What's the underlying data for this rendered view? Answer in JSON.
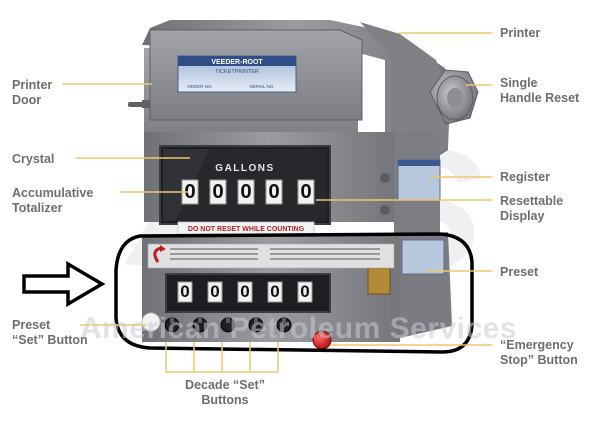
{
  "machine": {
    "brand_plate": "VEEDER-ROOT",
    "plate_sub": "TICKETPRINTER",
    "plate_fields": [
      "ORDER NO.",
      "SERIAL NO."
    ],
    "unit_label": "GALLONS",
    "totalizer_digits": [
      "0",
      "0",
      "0",
      "0"
    ],
    "display_digits": [
      "0"
    ],
    "preset_digits": [
      "0",
      "0",
      "0",
      "0",
      "0"
    ],
    "warning": "DO NOT RESET WHILE COUNTING"
  },
  "watermark": "American Petroleum Services",
  "labels": {
    "printer_door": [
      "Printer",
      "Door"
    ],
    "crystal": [
      "Crystal"
    ],
    "accumulative_totalizer": [
      "Accumulative",
      "Totalizer"
    ],
    "preset_set_button": [
      "Preset",
      "“Set” Button"
    ],
    "decade_set_buttons": [
      "Decade “Set”",
      "Buttons"
    ],
    "printer": [
      "Printer"
    ],
    "single_handle_reset": [
      "Single",
      "Handle Reset"
    ],
    "register": [
      "Register"
    ],
    "resettable_display": [
      "Resettable",
      "Display"
    ],
    "preset": [
      "Preset"
    ],
    "emergency_stop_button": [
      "“Emergency",
      "Stop” Button"
    ]
  },
  "colors": {
    "leader_line": "#f0c66a",
    "label_text": "#6e6e6e",
    "outline": "#000000",
    "emergency_red": "#d11f1f",
    "body_gray": "#8a8c90"
  }
}
